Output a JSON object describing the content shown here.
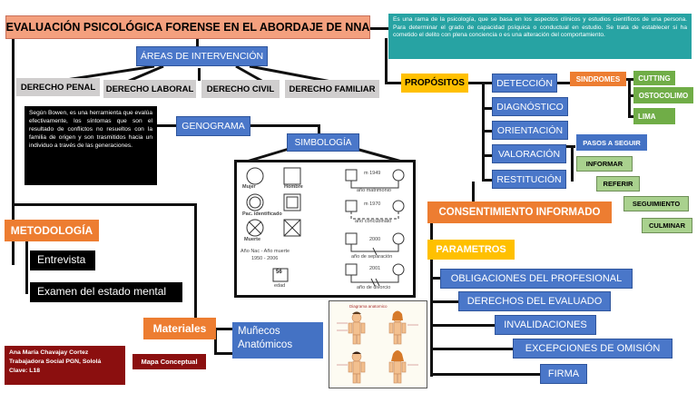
{
  "title": "EVALUACIÓN PSICOLÓGICA FORENSE EN EL ABORDAJE DE NNA",
  "definition": "Es una rama de la psicología, que se basa en los aspectos clínicos y estudios científicos de una persona. Para determinar el grado de capacidad psíquica o conductual en estudio. Se trata de establecer si ha cometido el delito con plena conciencia o es una alteración del comportamiento.",
  "areas": {
    "label": "ÁREAS DE INTERVENCIÓN",
    "items": [
      "DERECHO PENAL",
      "DERECHO LABORAL",
      "DERECHO CIVIL",
      "DERECHO FAMILIAR"
    ]
  },
  "bowen": "Según Bowen, es una herramienta que evalúa efectivamente, los síntomas que son el resultado de conflictos no resueltos con la familia de origen y son trasmitidos hacia un individuo a través de las generaciones.",
  "genograma": "GENOGRAMA",
  "simbologia": {
    "label": "SIMBOLOGÍA",
    "symbols": [
      "Mujer",
      "Hombre",
      "Pac. identificado",
      "Muerte",
      "Año Nac - Año muerte",
      "1950 - 2006",
      "56",
      "edad"
    ],
    "relations": [
      "m 1949",
      "año matrimonio",
      "m 1970",
      "año concubinato",
      "2000",
      "año de separación",
      "2001",
      "año de divorcio"
    ]
  },
  "metodologia": {
    "label": "METODOLOGÍA",
    "items": [
      "Entrevista",
      "Examen del estado mental"
    ]
  },
  "propositos": {
    "label": "PROPÓSITOS",
    "items": [
      "DETECCIÓN",
      "DIAGNÓSTICO",
      "ORIENTACIÓN",
      "VALORACIÓN",
      "RESTITUCIÓN"
    ]
  },
  "sindromes": {
    "label": "SINDROMES",
    "items": [
      "CUTTING",
      "OSTOCOLIMO",
      "LIMA"
    ]
  },
  "pasos": {
    "label": "PASOS A SEGUIR",
    "items": [
      "INFORMAR",
      "REFERIR",
      "SEGUIMIENTO",
      "CULMINAR"
    ]
  },
  "consentimiento": "CONSENTIMIENTO INFORMADO",
  "parametros": {
    "label": "PARAMETROS",
    "items": [
      "OBLIGACIONES DEL PROFESIONAL",
      "DERECHOS DEL EVALUADO",
      "INVALIDACIONES",
      "EXCEPCIONES DE OMISIÓN",
      "FIRMA"
    ]
  },
  "materiales": {
    "label": "Materiales",
    "item": "Muñecos Anatómicos",
    "image_caption": "Diagrama anatomico"
  },
  "author": {
    "name": "Ana María Chavajay Cortez",
    "role": "Trabajadora Social PGN, Sololá",
    "clave": "Clave: L18"
  },
  "badge": "Mapa Conceptual",
  "colors": {
    "salmon": "#f4a07e",
    "blue": "#4472c4",
    "orange": "#ed7d31",
    "yellow": "#ffc000",
    "teal": "#27a3a3",
    "green": "#70ad47",
    "darkred": "#8b0f0f"
  }
}
